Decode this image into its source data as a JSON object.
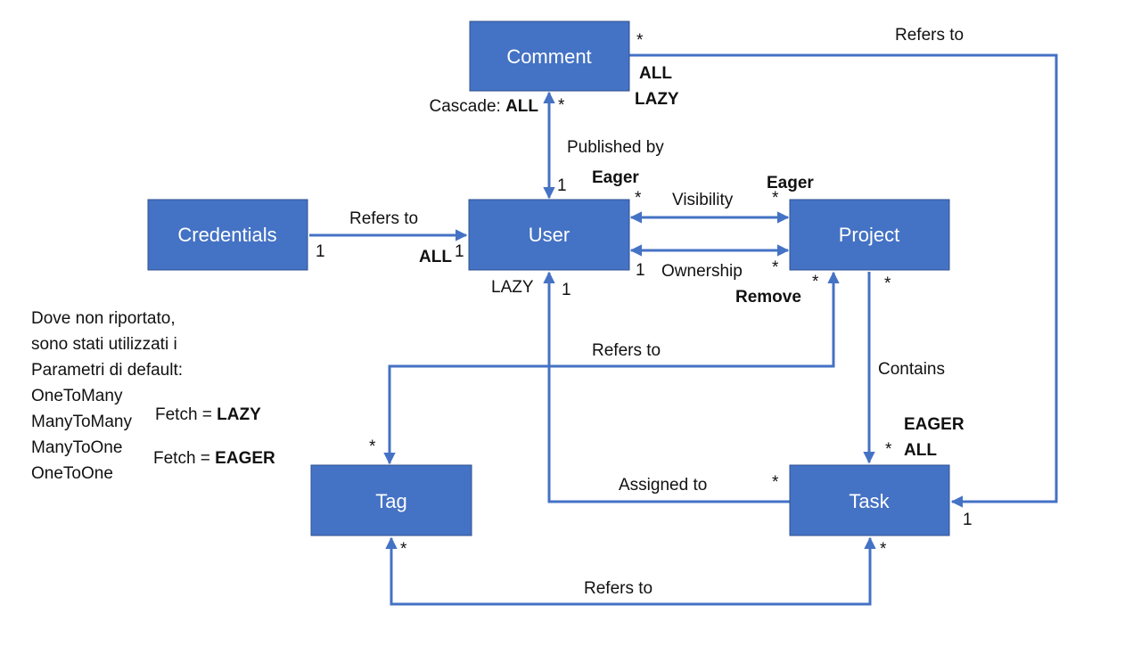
{
  "entities": {
    "comment": "Comment",
    "credentials": "Credentials",
    "user": "User",
    "project": "Project",
    "tag": "Tag",
    "task": "Task"
  },
  "labels": {
    "comment_task_refers": "Refers to",
    "comment_star": "*",
    "comment_all": "ALL",
    "comment_lazy": "LAZY",
    "cascade_prefix": "Cascade: ",
    "cascade_all": "ALL",
    "comment_user_star": "*",
    "published_by": "Published by",
    "published_eager": "Eager",
    "published_one": "1",
    "cred_refers": "Refers to",
    "cred_one": "1",
    "cred_all": "ALL",
    "cred_user_one": "1",
    "visibility": "Visibility",
    "visibility_star_user": "*",
    "visibility_star_project": "*",
    "visibility_eager": "Eager",
    "ownership": "Ownership",
    "ownership_one": "1",
    "ownership_star": "*",
    "user_lazy": "LAZY",
    "user_task_one": "1",
    "tag_project_star": "*",
    "remove": "Remove",
    "project_task_star": "*",
    "contains": "Contains",
    "tag_project_refers": "Refers to",
    "task_eager": "EAGER",
    "task_all": "ALL",
    "task_contains_star": "*",
    "tag_star_top": "*",
    "assigned_to": "Assigned to",
    "assigned_star": "*",
    "task_comment_one": "1",
    "tag_star_bottom": "*",
    "task_star_bottom": "*",
    "tag_task_refers": "Refers to"
  },
  "notes": {
    "line1": "Dove non riportato,",
    "line2": "sono stati utilizzati i",
    "line3": "Parametri di default:",
    "one_to_many": "OneToMany",
    "many_to_many": "ManyToMany",
    "many_to_one": "ManyToOne",
    "one_to_one": "OneToOne",
    "fetch_prefix_1": "Fetch = ",
    "fetch_lazy": "LAZY",
    "fetch_prefix_2": "Fetch = ",
    "fetch_eager": "EAGER"
  },
  "colors": {
    "box_fill": "#4472C4",
    "edge": "#4472C4",
    "text": "#111111"
  }
}
